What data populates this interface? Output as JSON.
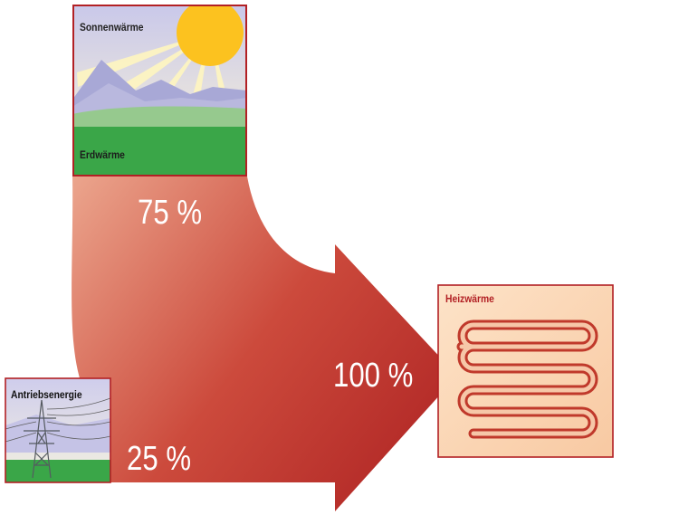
{
  "sources": {
    "solar_label": "Sonnenwärme",
    "ground_label": "Erdwärme",
    "drive_label": "Antriebsenergie"
  },
  "output": {
    "heat_label": "Heizwärme"
  },
  "flows": {
    "environment_share": "75 %",
    "drive_share": "25 %",
    "total": "100 %"
  },
  "colors": {
    "flow_light": "#e9a08a",
    "flow_dark": "#b3201f",
    "box_border": "#b22024",
    "sun": "#fcc21f",
    "grass": "#3aa648",
    "heater_bg": "#fad6b6",
    "heater_coil": "#c0392b"
  }
}
